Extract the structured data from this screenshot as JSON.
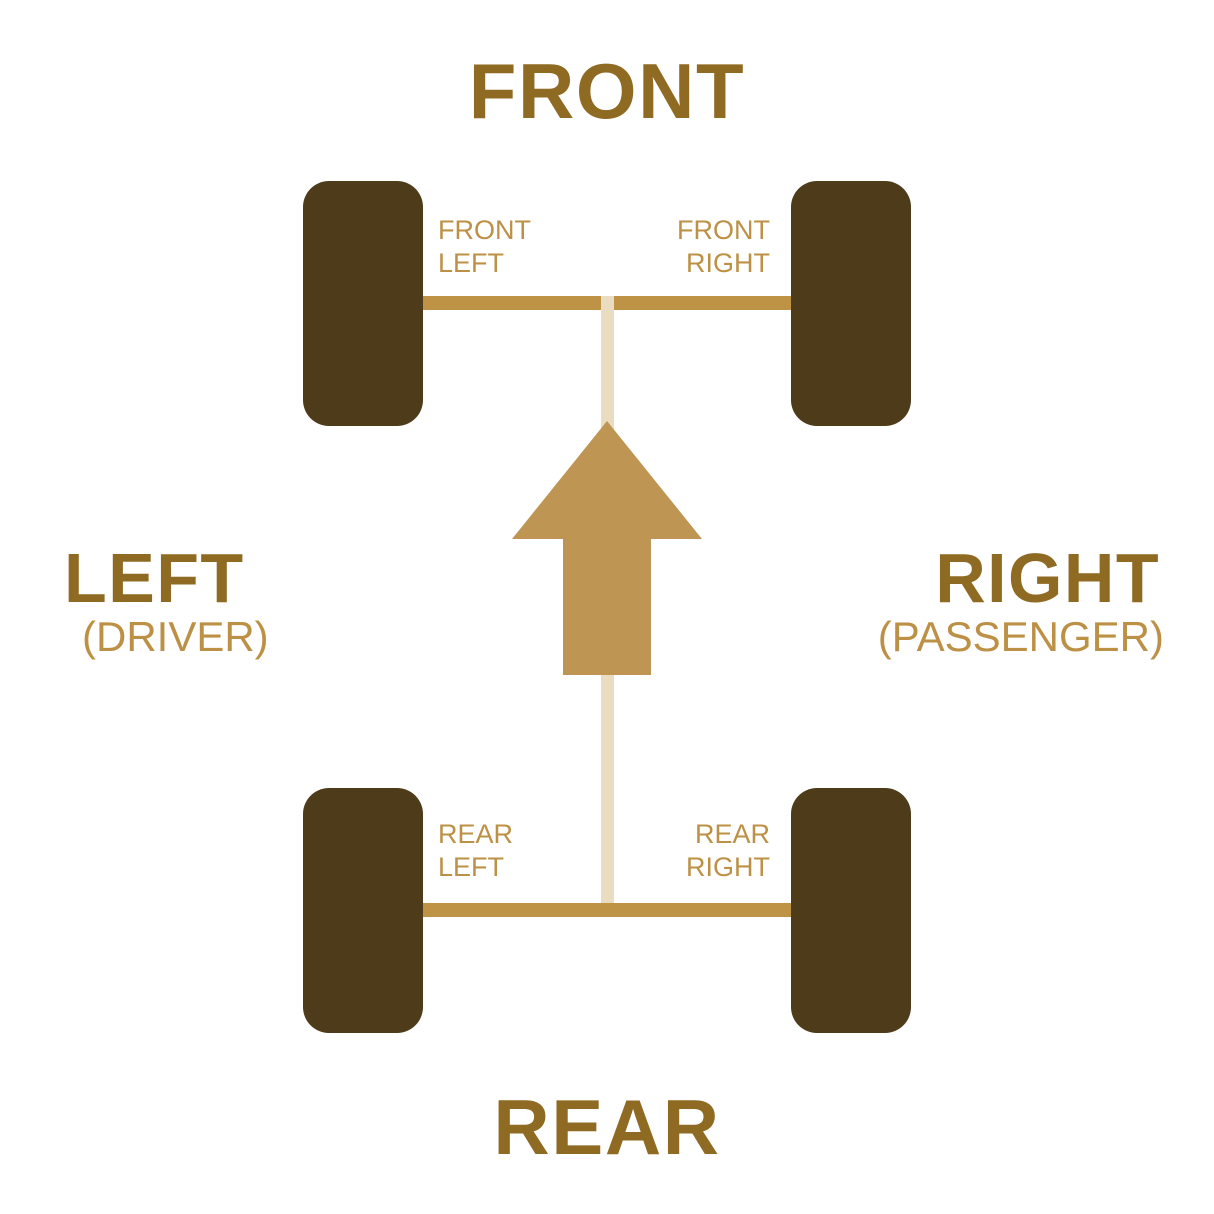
{
  "diagram": {
    "title": "Vehicle wheel position orientation diagram",
    "background_color": "#ffffff"
  },
  "colors": {
    "heading_gold": "#8f6a22",
    "label_gold": "#bd9145",
    "axle_gold": "#bf9345",
    "arrow_gold": "#bf9553",
    "spine_tan": "#e9dcc1",
    "wheel_brown": "#4e3b1a"
  },
  "headings": {
    "front": "FRONT",
    "rear": "REAR",
    "left": "LEFT",
    "left_sub": "(DRIVER)",
    "right": "RIGHT",
    "right_sub": "(PASSENGER)"
  },
  "wheel_labels": {
    "front_left": "FRONT\nLEFT",
    "front_right": "FRONT\nRIGHT",
    "rear_left": "REAR\nLEFT",
    "rear_right": "REAR\nRIGHT"
  },
  "wheels": [
    {
      "name": "front-left",
      "label": "FRONT LEFT"
    },
    {
      "name": "front-right",
      "label": "FRONT RIGHT"
    },
    {
      "name": "rear-left",
      "label": "REAR LEFT"
    },
    {
      "name": "rear-right",
      "label": "REAR RIGHT"
    }
  ],
  "arrow": {
    "icon": "up-arrow-icon",
    "direction": "forward",
    "points_toward": "FRONT"
  }
}
